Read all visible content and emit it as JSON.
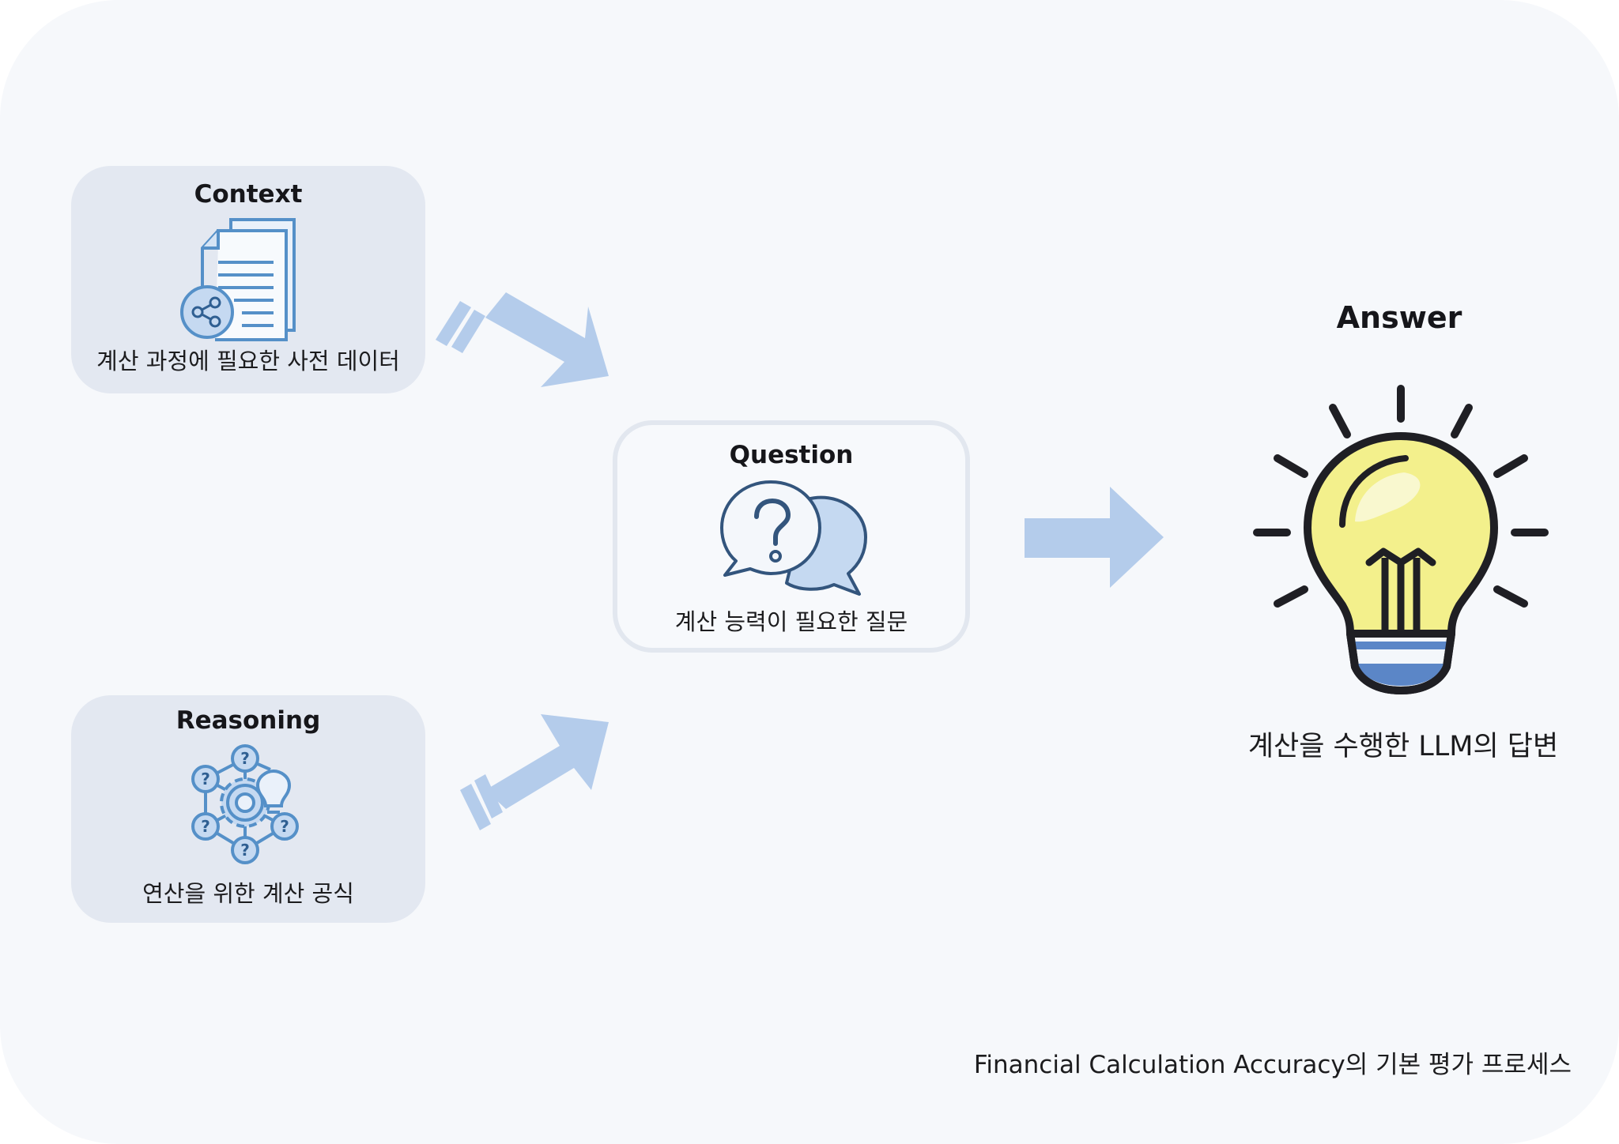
{
  "nodes": {
    "context": {
      "title": "Context",
      "description": "계산 과정에 필요한 사전 데이터",
      "icon": "document-share-icon"
    },
    "reasoning": {
      "title": "Reasoning",
      "description": "연산을 위한 계산 공식",
      "icon": "gear-network-icon"
    },
    "question": {
      "title": "Question",
      "description": "계산 능력이 필요한 질문",
      "icon": "question-speech-bubbles-icon"
    },
    "answer": {
      "title": "Answer",
      "description": "계산을 수행한 LLM의 답변",
      "icon": "lightbulb-icon"
    }
  },
  "edges": [
    {
      "from": "context",
      "to": "question"
    },
    {
      "from": "reasoning",
      "to": "question"
    },
    {
      "from": "question",
      "to": "answer"
    }
  ],
  "caption": "Financial Calculation Accuracy의 기본 평가 프로세스",
  "colors": {
    "background": "#f6f8fb",
    "input_box": "#e3e8f1",
    "center_box_border": "#e2e7ef",
    "arrow": "#b4cceb",
    "icon_stroke": "#5590c8",
    "icon_fill": "#c5d9f1",
    "bulb": "#f3f08c",
    "text": "#1c1c1e"
  }
}
